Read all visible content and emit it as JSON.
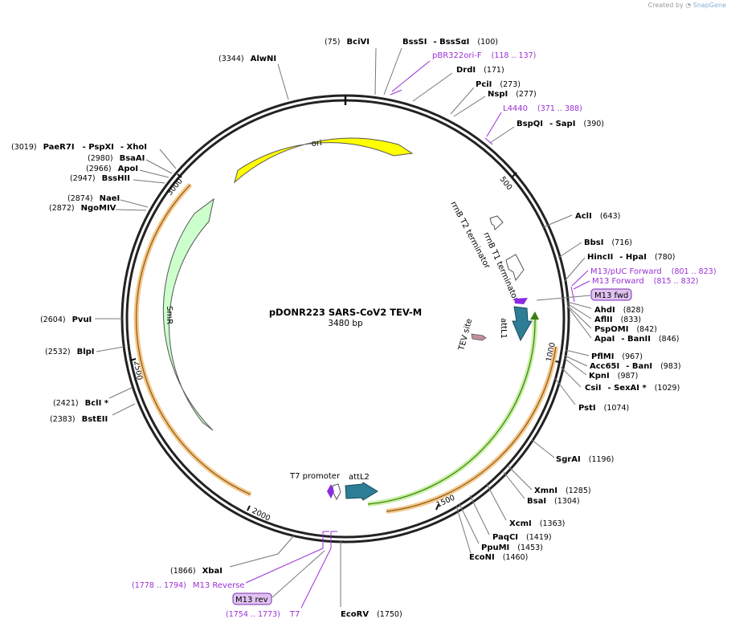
{
  "watermark": {
    "prefix": "Created by",
    "brand": "SnapGene"
  },
  "plasmid": {
    "name": "pDONR223 SARS-CoV2 TEV-M",
    "length": "3480 bp"
  },
  "ruler_ticks": [
    "500",
    "1000",
    "1500",
    "2000",
    "2500",
    "3000"
  ],
  "features": [
    {
      "label": "ori",
      "color": "#ffff00"
    },
    {
      "label": "SmR",
      "color": "#ccffcc"
    },
    {
      "label": "rrnB T2 terminator",
      "color": "#ffffff"
    },
    {
      "label": "rrnB T1 terminator",
      "color": "#ffffff"
    },
    {
      "label": "attL1",
      "color": "#2e7d96"
    },
    {
      "label": "TEV site",
      "color": "#c4909a"
    },
    {
      "label": "T7 promoter",
      "color": "#ffffff"
    },
    {
      "label": "attL2",
      "color": "#2e7d96"
    }
  ],
  "enzymes": [
    {
      "pos": "(75)",
      "name": "BciVI"
    },
    {
      "name": "BssSI",
      "name2": "- BssSαI",
      "pos": "(100)"
    },
    {
      "pos": "(3344)",
      "name": "AlwNI"
    },
    {
      "name": "DrdI",
      "pos": "(171)"
    },
    {
      "name": "PciI",
      "pos": "(273)"
    },
    {
      "name": "NspI",
      "pos": "(277)"
    },
    {
      "name": "BspQI",
      "name2": "- SapI",
      "pos": "(390)"
    },
    {
      "pos": "(3019)",
      "name": "PaeR7I",
      "name2": "- PspXI",
      "name3": "- XhoI"
    },
    {
      "pos": "(2980)",
      "name": "BsaAI"
    },
    {
      "pos": "(2966)",
      "name": "ApoI"
    },
    {
      "pos": "(2947)",
      "name": "BssHII"
    },
    {
      "pos": "(2874)",
      "name": "NaeI"
    },
    {
      "pos": "(2872)",
      "name": "NgoMIV"
    },
    {
      "name": "AclI",
      "pos": "(643)"
    },
    {
      "name": "BbsI",
      "pos": "(716)"
    },
    {
      "name": "HincII",
      "name2": "- HpaI",
      "pos": "(780)"
    },
    {
      "name": "AhdI",
      "pos": "(828)"
    },
    {
      "name": "AflII",
      "pos": "(833)"
    },
    {
      "name": "PspOMI",
      "pos": "(842)"
    },
    {
      "name": "ApaI",
      "name2": "- BanII",
      "pos": "(846)"
    },
    {
      "pos": "(2604)",
      "name": "PvuI"
    },
    {
      "pos": "(2532)",
      "name": "BlpI"
    },
    {
      "name": "PflMI",
      "pos": "(967)"
    },
    {
      "name": "Acc65I",
      "name2": "- BanI",
      "pos": "(983)"
    },
    {
      "name": "KpnI",
      "pos": "(987)"
    },
    {
      "name": "CsiI",
      "name2": "- SexAI *",
      "pos": "(1029)"
    },
    {
      "pos": "(2421)",
      "name": "BclI *"
    },
    {
      "pos": "(2383)",
      "name": "BstEII"
    },
    {
      "name": "PstI",
      "pos": "(1074)"
    },
    {
      "name": "SgrAI",
      "pos": "(1196)"
    },
    {
      "name": "XmnI",
      "pos": "(1285)"
    },
    {
      "name": "BsaI",
      "pos": "(1304)"
    },
    {
      "name": "XcmI",
      "pos": "(1363)"
    },
    {
      "name": "PaqCI",
      "pos": "(1419)"
    },
    {
      "name": "PpuMI",
      "pos": "(1453)"
    },
    {
      "name": "EcoNI",
      "pos": "(1460)"
    },
    {
      "pos": "(1866)",
      "name": "XbaI"
    },
    {
      "name": "EcoRV",
      "pos": "(1750)"
    }
  ],
  "primers": [
    {
      "name": "pBR322ori-F",
      "pos": "(118 .. 137)"
    },
    {
      "name": "L4440",
      "pos": "(371 .. 388)"
    },
    {
      "name": "M13/pUC Forward",
      "pos": "(801 .. 823)"
    },
    {
      "name": "M13 Forward",
      "pos": "(815 .. 832)"
    },
    {
      "name": "M13 fwd"
    },
    {
      "pos": "(1778 .. 1794)",
      "name": "M13 Reverse"
    },
    {
      "name": "M13 rev"
    },
    {
      "pos": "(1754 .. 1773)",
      "name": "T7"
    }
  ]
}
